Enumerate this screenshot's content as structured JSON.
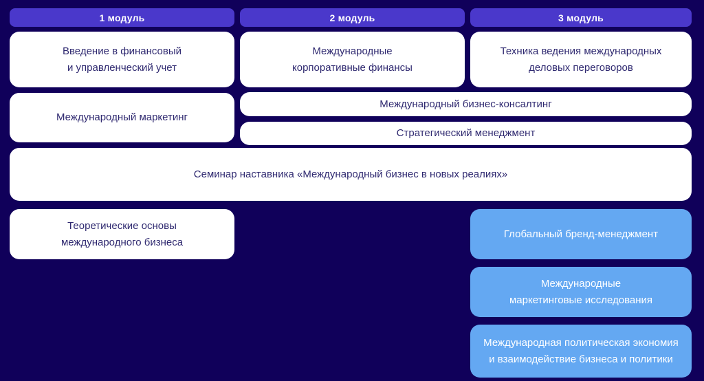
{
  "colors": {
    "background": "#10005A",
    "module_header_bg": "#4A38CB",
    "module_header_text": "#FFFFFF",
    "card_bg": "#FFFFFF",
    "card_text": "#2F2970",
    "highlight_card_bg": "#64A8F2",
    "highlight_card_text": "#FFFFFF"
  },
  "module_headers": [
    {
      "label": "1 модуль"
    },
    {
      "label": "2 модуль"
    },
    {
      "label": "3 модуль"
    }
  ],
  "courses": {
    "intro_accounting": "Введение в финансовый\nи управленческий учет",
    "corporate_finance": "Международные\nкорпоративные финансы",
    "negotiation_technique": "Техника ведения международных\nделовых переговоров",
    "international_marketing": "Международный маркетинг",
    "business_consulting": "Международный бизнес-консалтинг",
    "strategic_management": "Стратегический менеджмент",
    "mentor_seminar": "Семинар наставника «Международный бизнес в новых реалиях»",
    "theoretical_basics": "Теоретические основы\nмеждународного бизнеса",
    "global_brand_management": "Глобальный бренд-менеджмент",
    "marketing_research": "Международные\nмаркетинговые исследования",
    "political_economy": "Международная политическая экономия\nи взаимодействие бизнеса и политики"
  }
}
